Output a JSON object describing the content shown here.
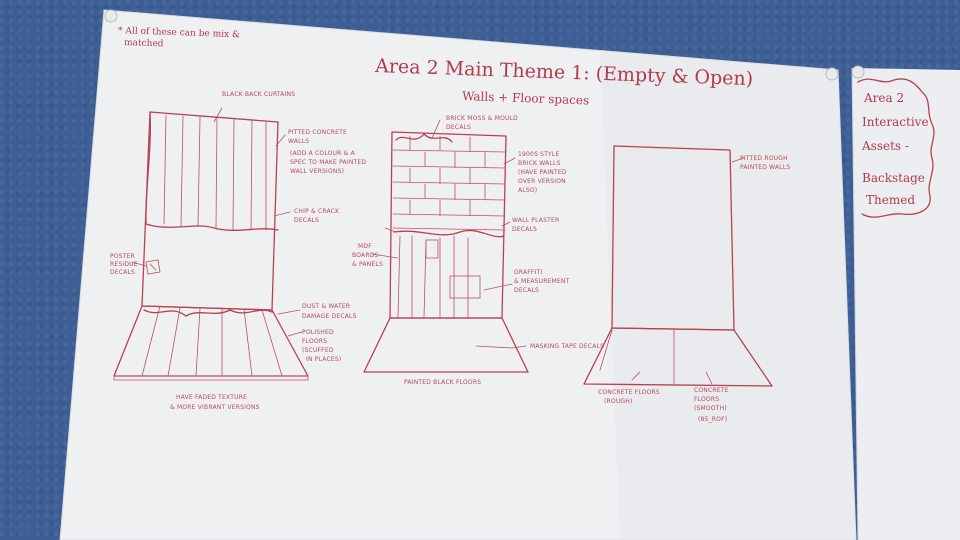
{
  "scene": {
    "board_color": "#3d5f96",
    "paper_color": "#f1f2f4",
    "ink_color": "#b8414f",
    "pins": [
      "pushpin-icon",
      "pushpin-icon",
      "pushpin-icon"
    ]
  },
  "sheet": {
    "corner_note_line1": "* All of these can be mix &",
    "corner_note_line2": "matched",
    "title": "Area 2 Main Theme 1: (Empty & Open)",
    "subtitle": "Walls + Floor spaces",
    "sketch_left": {
      "label_curtains": "BLACK BACK CURTAINS",
      "label_walls_line1": "PITTED CONCRETE",
      "label_walls_line2": "WALLS",
      "label_walls_line3": "(ADD A COLOUR & A",
      "label_walls_line4": "SPEC TO MAKE PAINTED",
      "label_walls_line5": "WALL VERSIONS)",
      "label_chip_line1": "CHIP & CRACK",
      "label_chip_line2": "DECALS",
      "label_poster_line1": "POSTER",
      "label_poster_line2": "RESIDUE",
      "label_poster_line3": "DECALS",
      "label_dust_line1": "DUST & WATER",
      "label_dust_line2": "DAMAGE DECALS",
      "label_floor_line1": "POLISHED",
      "label_floor_line2": "FLOORS",
      "label_floor_line3": "(SCUFFED",
      "label_floor_line4": "IN PLACES)",
      "label_texture_line1": "HAVE FADED TEXTURE",
      "label_texture_line2": "& MORE VIBRANT VERSIONS"
    },
    "sketch_middle": {
      "label_moss_line1": "BRICK MOSS & MOULD",
      "label_moss_line2": "DECALS",
      "label_brick_line1": "1900S STYLE",
      "label_brick_line2": "BRICK WALLS",
      "label_brick_line3": "(HAVE PAINTED",
      "label_brick_line4": "OVER VERSION",
      "label_brick_line5": "ALSO)",
      "label_mdf_line1": "MDF",
      "label_mdf_line2": "BOARDS",
      "label_mdf_line3": "& PANELS",
      "label_plaster_line1": "WALL PLASTER",
      "label_plaster_line2": "DECALS",
      "label_graffiti_line1": "GRAFFITI",
      "label_graffiti_line2": "& MEASUREMENT",
      "label_graffiti_line3": "DECALS",
      "label_tape": "MASKING TAPE DECALS",
      "label_floor": "PAINTED BLACK FLOORS"
    },
    "sketch_right": {
      "label_wall_line1": "PITTED ROUGH",
      "label_wall_line2": "PAINTED WALLS",
      "label_rough_line1": "CONCRETE FLOORS",
      "label_rough_line2": "(ROUGH)",
      "label_smooth_line1": "CONCRETE",
      "label_smooth_line2": "FLOORS",
      "label_smooth_line3": "(SMOOTH)",
      "label_smooth_line4": "(85_ROF)"
    }
  },
  "side_sheet": {
    "line1": "Area 2",
    "line2": "Interactive",
    "line3": "Assets -",
    "line4": "Backstage",
    "line5": "Themed"
  }
}
